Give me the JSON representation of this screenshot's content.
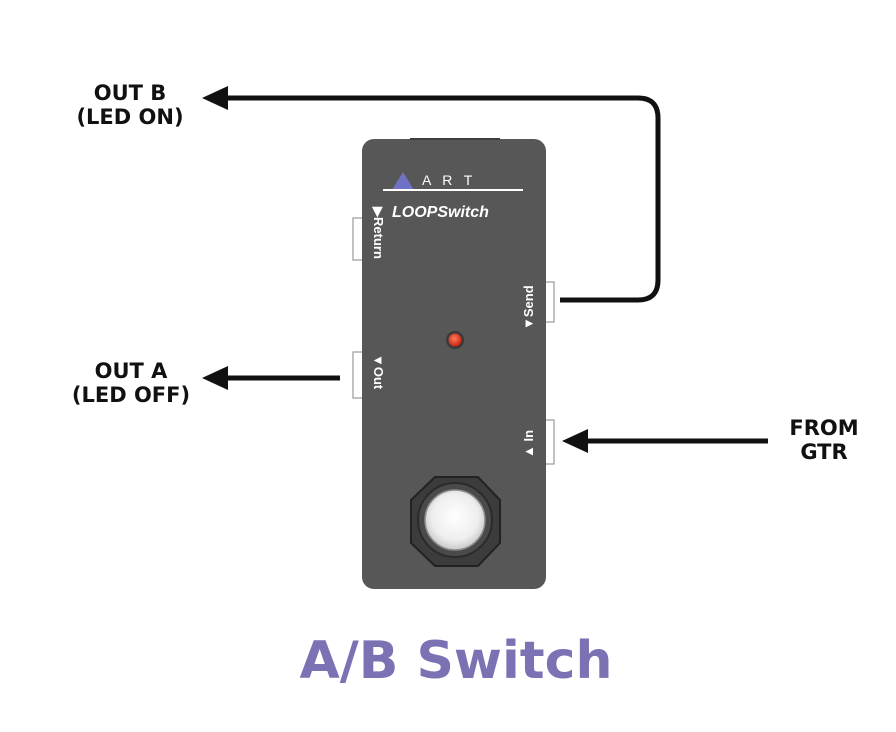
{
  "labels": {
    "out_b_line1": "OUT B",
    "out_b_line2": "(LED ON)",
    "out_a_line1": "OUT A",
    "out_a_line2": "(LED OFF)",
    "from_line1": "FROM",
    "from_line2": "GTR"
  },
  "pedal": {
    "brand_letters": "A   R   T",
    "model": "LOOPSwitch",
    "return_label": "▶Return",
    "send_label": "▼Send",
    "out_label": "▼Out",
    "in_label": "▲ In"
  },
  "title": "A/B Switch",
  "colors": {
    "pedal_body": "#575757",
    "title": "#7b72b4",
    "logo_triangle": "#6f72c4",
    "led": "#e23a1e",
    "arrow": "#111111"
  }
}
